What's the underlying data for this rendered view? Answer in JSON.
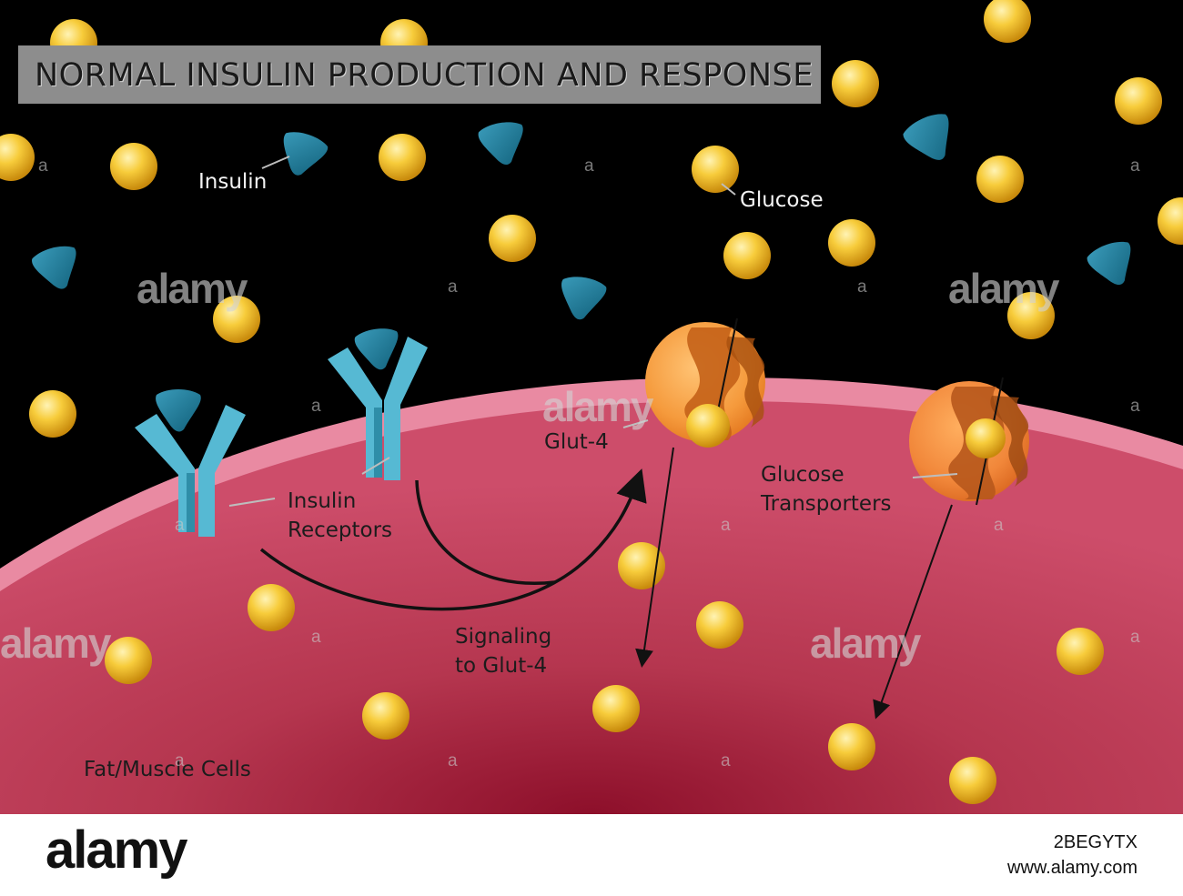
{
  "diagram": {
    "title": "NORMAL INSULIN PRODUCTION AND RESPONSE",
    "labels": {
      "insulin": "Insulin",
      "glucose": "Glucose",
      "glut4": "Glut-4",
      "insulin_receptors_line1": "Insulin",
      "insulin_receptors_line2": "Receptors",
      "glucose_transporters_line1": "Glucose",
      "glucose_transporters_line2": "Transporters",
      "signaling_line1": "Signaling",
      "signaling_line2": "to Glut-4",
      "cells": "Fat/Muscle Cells"
    },
    "colors": {
      "background": "#000000",
      "cell": "#c94a68",
      "cell_edge": "#e77c97",
      "glucose": "#f3c02c",
      "insulin": "#1f7e9a",
      "receptor": "#52b7d2",
      "transporter": "#f09a3a",
      "title_box": "#8d8d8d"
    }
  },
  "watermark": {
    "brand": "alamy",
    "mark": "a",
    "image_id": "2BEGYTX",
    "url": "www.alamy.com"
  }
}
